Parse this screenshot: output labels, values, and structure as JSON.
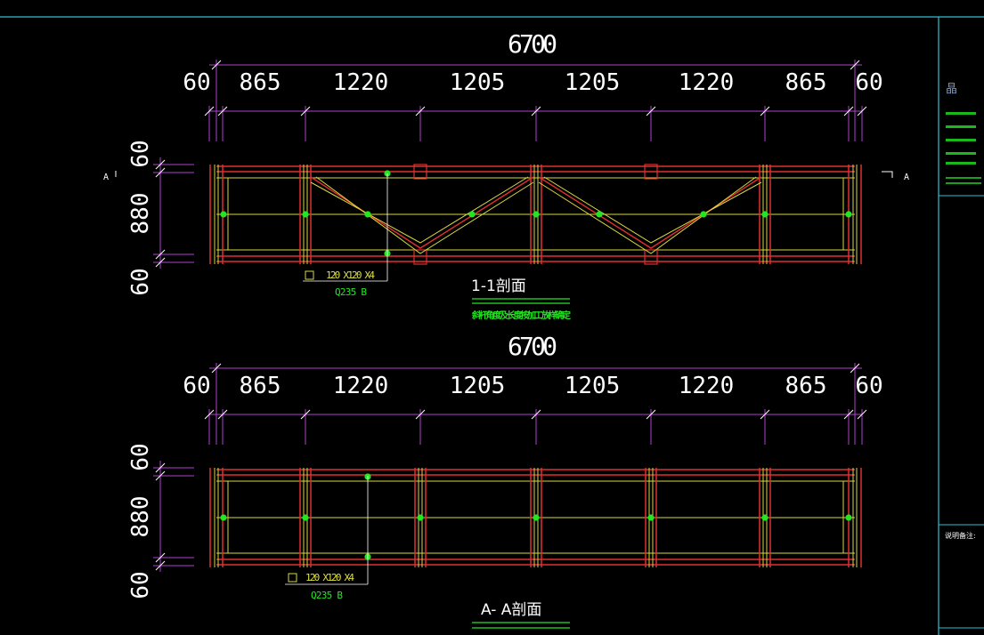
{
  "drawing": {
    "overall_dim": "6700",
    "segment_dims": [
      "60",
      "865",
      "1220",
      "1205",
      "1205",
      "1220",
      "865",
      "60"
    ],
    "vertical_dims": [
      "60",
      "880",
      "60"
    ],
    "section_marker": "A"
  },
  "section_1": {
    "title": "1-1剖面",
    "note": "斜杆角度及长度按加工放样确定",
    "member_size": "120 X120 X4",
    "material": "Q235 B"
  },
  "section_2": {
    "title": "A- A剖面",
    "member_size": "120 X120 X4",
    "material": "Q235 B"
  },
  "title_block": {
    "logo_text": "晶",
    "rows": [
      "",
      "",
      "",
      "",
      "",
      "",
      ""
    ],
    "label": "说明备注:"
  },
  "colors": {
    "dimension": "#b040d0",
    "frame_outer": "#e03030",
    "frame_inner": "#d8d840",
    "axis": "#d8d840",
    "node": "#22e622",
    "border": "#30c0d0",
    "text": "#ffffff",
    "note": "#22e622"
  }
}
